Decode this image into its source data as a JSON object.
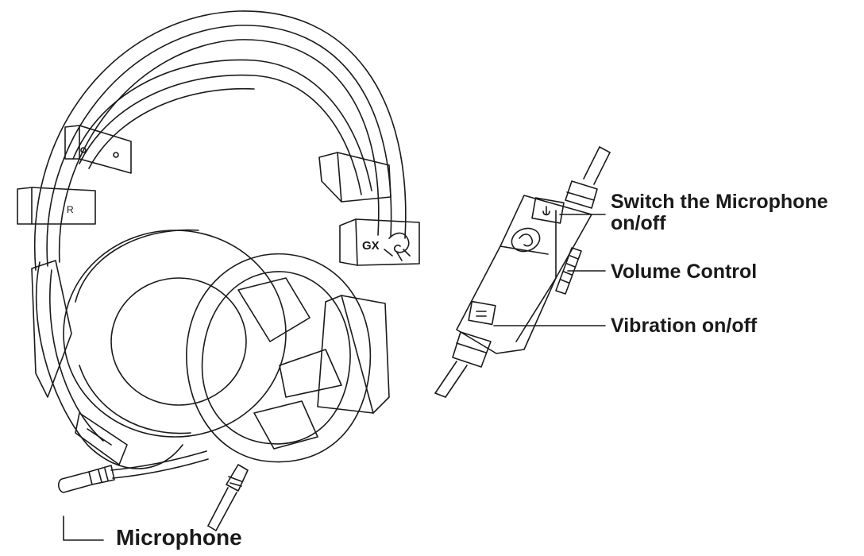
{
  "labels": {
    "mic_switch_line1": "Switch the Microphone",
    "mic_switch_line2": "on/off",
    "volume_control": "Volume Control",
    "vibration": "Vibration on/off",
    "microphone": "Microphone"
  },
  "headset": {
    "side_marker": "R",
    "brand_logo_text": "GX"
  },
  "colors": {
    "line": "#1a1a1a",
    "background": "#ffffff"
  }
}
